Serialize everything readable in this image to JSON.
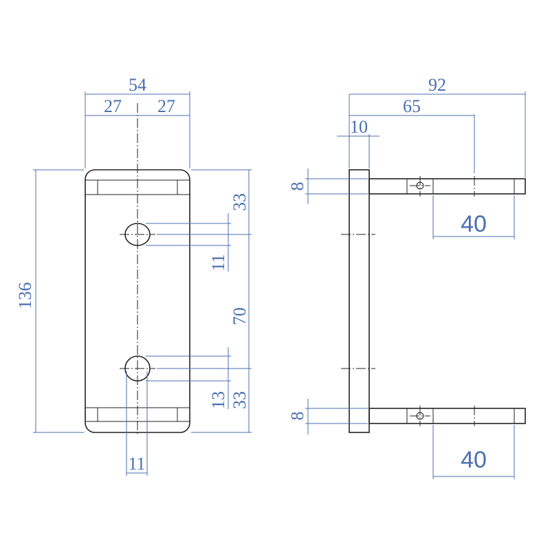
{
  "colors": {
    "line": "#222222",
    "dimension": "#4a6fb0",
    "background": "#ffffff"
  },
  "front_view": {
    "overall_width": "54",
    "half_width_left": "27",
    "half_width_right": "27",
    "overall_height": "136",
    "top_to_hole": "33",
    "hole_height_upper": "11",
    "hole_spacing": "70",
    "hole_height_lower": "13",
    "hole_to_bottom": "33",
    "hole_width": "11"
  },
  "side_view": {
    "overall_depth": "92",
    "to_hole": "65",
    "plate_thickness": "10",
    "arm_thickness_top": "8",
    "arm_length_top": "40",
    "arm_thickness_bottom": "8",
    "arm_length_bottom": "40"
  }
}
